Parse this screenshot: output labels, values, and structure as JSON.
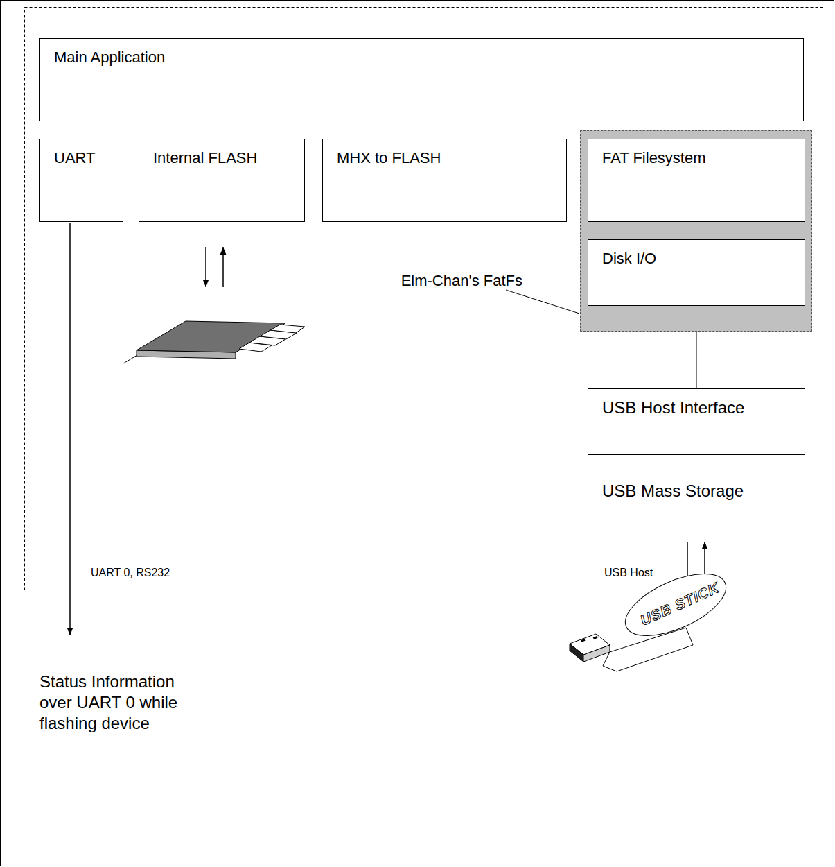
{
  "diagram": {
    "nodes": [
      {
        "text": [
          "Main Application"
        ]
      },
      {
        "text": [
          "UART"
        ]
      },
      {
        "text": [
          "Internal FLASH"
        ]
      },
      {
        "text": [
          "MHX to FLASH"
        ]
      },
      {
        "text": [
          "Elm-Chan's FatFs"
        ]
      },
      {
        "text": [
          "FAT Filesystem"
        ],
        "in": 4
      },
      {
        "text": [
          "Disk I/O"
        ],
        "in": 4
      },
      {
        "text": [
          "USB Host Interface"
        ]
      },
      {
        "text": [
          "USB Mass Storage"
        ]
      }
    ],
    "edges": [
      {
        "from": 4,
        "to": 7,
        "arrow": "none"
      }
    ],
    "labels": [
      "UART 0, RS232",
      "USB Host",
      "Status Information over UART 0 while flashing device",
      "USB STICK"
    ]
  }
}
